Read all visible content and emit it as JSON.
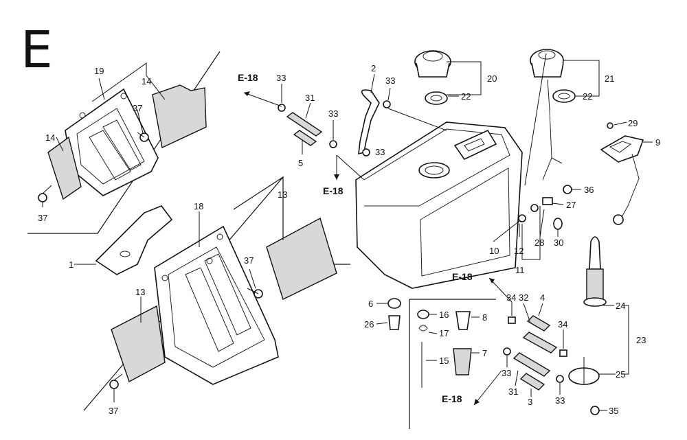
{
  "diagram": {
    "section_letter": "E",
    "reference_label": "E-18",
    "callouts": [
      {
        "id": "c1",
        "text": "1"
      },
      {
        "id": "c2",
        "text": "2"
      },
      {
        "id": "c3",
        "text": "3"
      },
      {
        "id": "c4",
        "text": "4"
      },
      {
        "id": "c5",
        "text": "5"
      },
      {
        "id": "c6",
        "text": "6"
      },
      {
        "id": "c7",
        "text": "7"
      },
      {
        "id": "c8",
        "text": "8"
      },
      {
        "id": "c9",
        "text": "9"
      },
      {
        "id": "c10",
        "text": "10"
      },
      {
        "id": "c11",
        "text": "11"
      },
      {
        "id": "c12",
        "text": "12"
      },
      {
        "id": "c13a",
        "text": "13"
      },
      {
        "id": "c13b",
        "text": "13"
      },
      {
        "id": "c14a",
        "text": "14"
      },
      {
        "id": "c14b",
        "text": "14"
      },
      {
        "id": "c15",
        "text": "15"
      },
      {
        "id": "c16",
        "text": "16"
      },
      {
        "id": "c17",
        "text": "17"
      },
      {
        "id": "c18",
        "text": "18"
      },
      {
        "id": "c19",
        "text": "19"
      },
      {
        "id": "c20",
        "text": "20"
      },
      {
        "id": "c21",
        "text": "21"
      },
      {
        "id": "c22a",
        "text": "22"
      },
      {
        "id": "c22b",
        "text": "22"
      },
      {
        "id": "c23",
        "text": "23"
      },
      {
        "id": "c24",
        "text": "24"
      },
      {
        "id": "c25",
        "text": "25"
      },
      {
        "id": "c26",
        "text": "26"
      },
      {
        "id": "c27",
        "text": "27"
      },
      {
        "id": "c28",
        "text": "28"
      },
      {
        "id": "c29",
        "text": "29"
      },
      {
        "id": "c30",
        "text": "30"
      },
      {
        "id": "c31a",
        "text": "31"
      },
      {
        "id": "c31b",
        "text": "31"
      },
      {
        "id": "c32",
        "text": "32"
      },
      {
        "id": "c33a",
        "text": "33"
      },
      {
        "id": "c33b",
        "text": "33"
      },
      {
        "id": "c33c",
        "text": "33"
      },
      {
        "id": "c33d",
        "text": "33"
      },
      {
        "id": "c33e",
        "text": "33"
      },
      {
        "id": "c33f",
        "text": "33"
      },
      {
        "id": "c34a",
        "text": "34"
      },
      {
        "id": "c34b",
        "text": "34"
      },
      {
        "id": "c35",
        "text": "35"
      },
      {
        "id": "c36",
        "text": "36"
      },
      {
        "id": "c37a",
        "text": "37"
      },
      {
        "id": "c37b",
        "text": "37"
      },
      {
        "id": "c37c",
        "text": "37"
      },
      {
        "id": "c37d",
        "text": "37"
      }
    ]
  }
}
